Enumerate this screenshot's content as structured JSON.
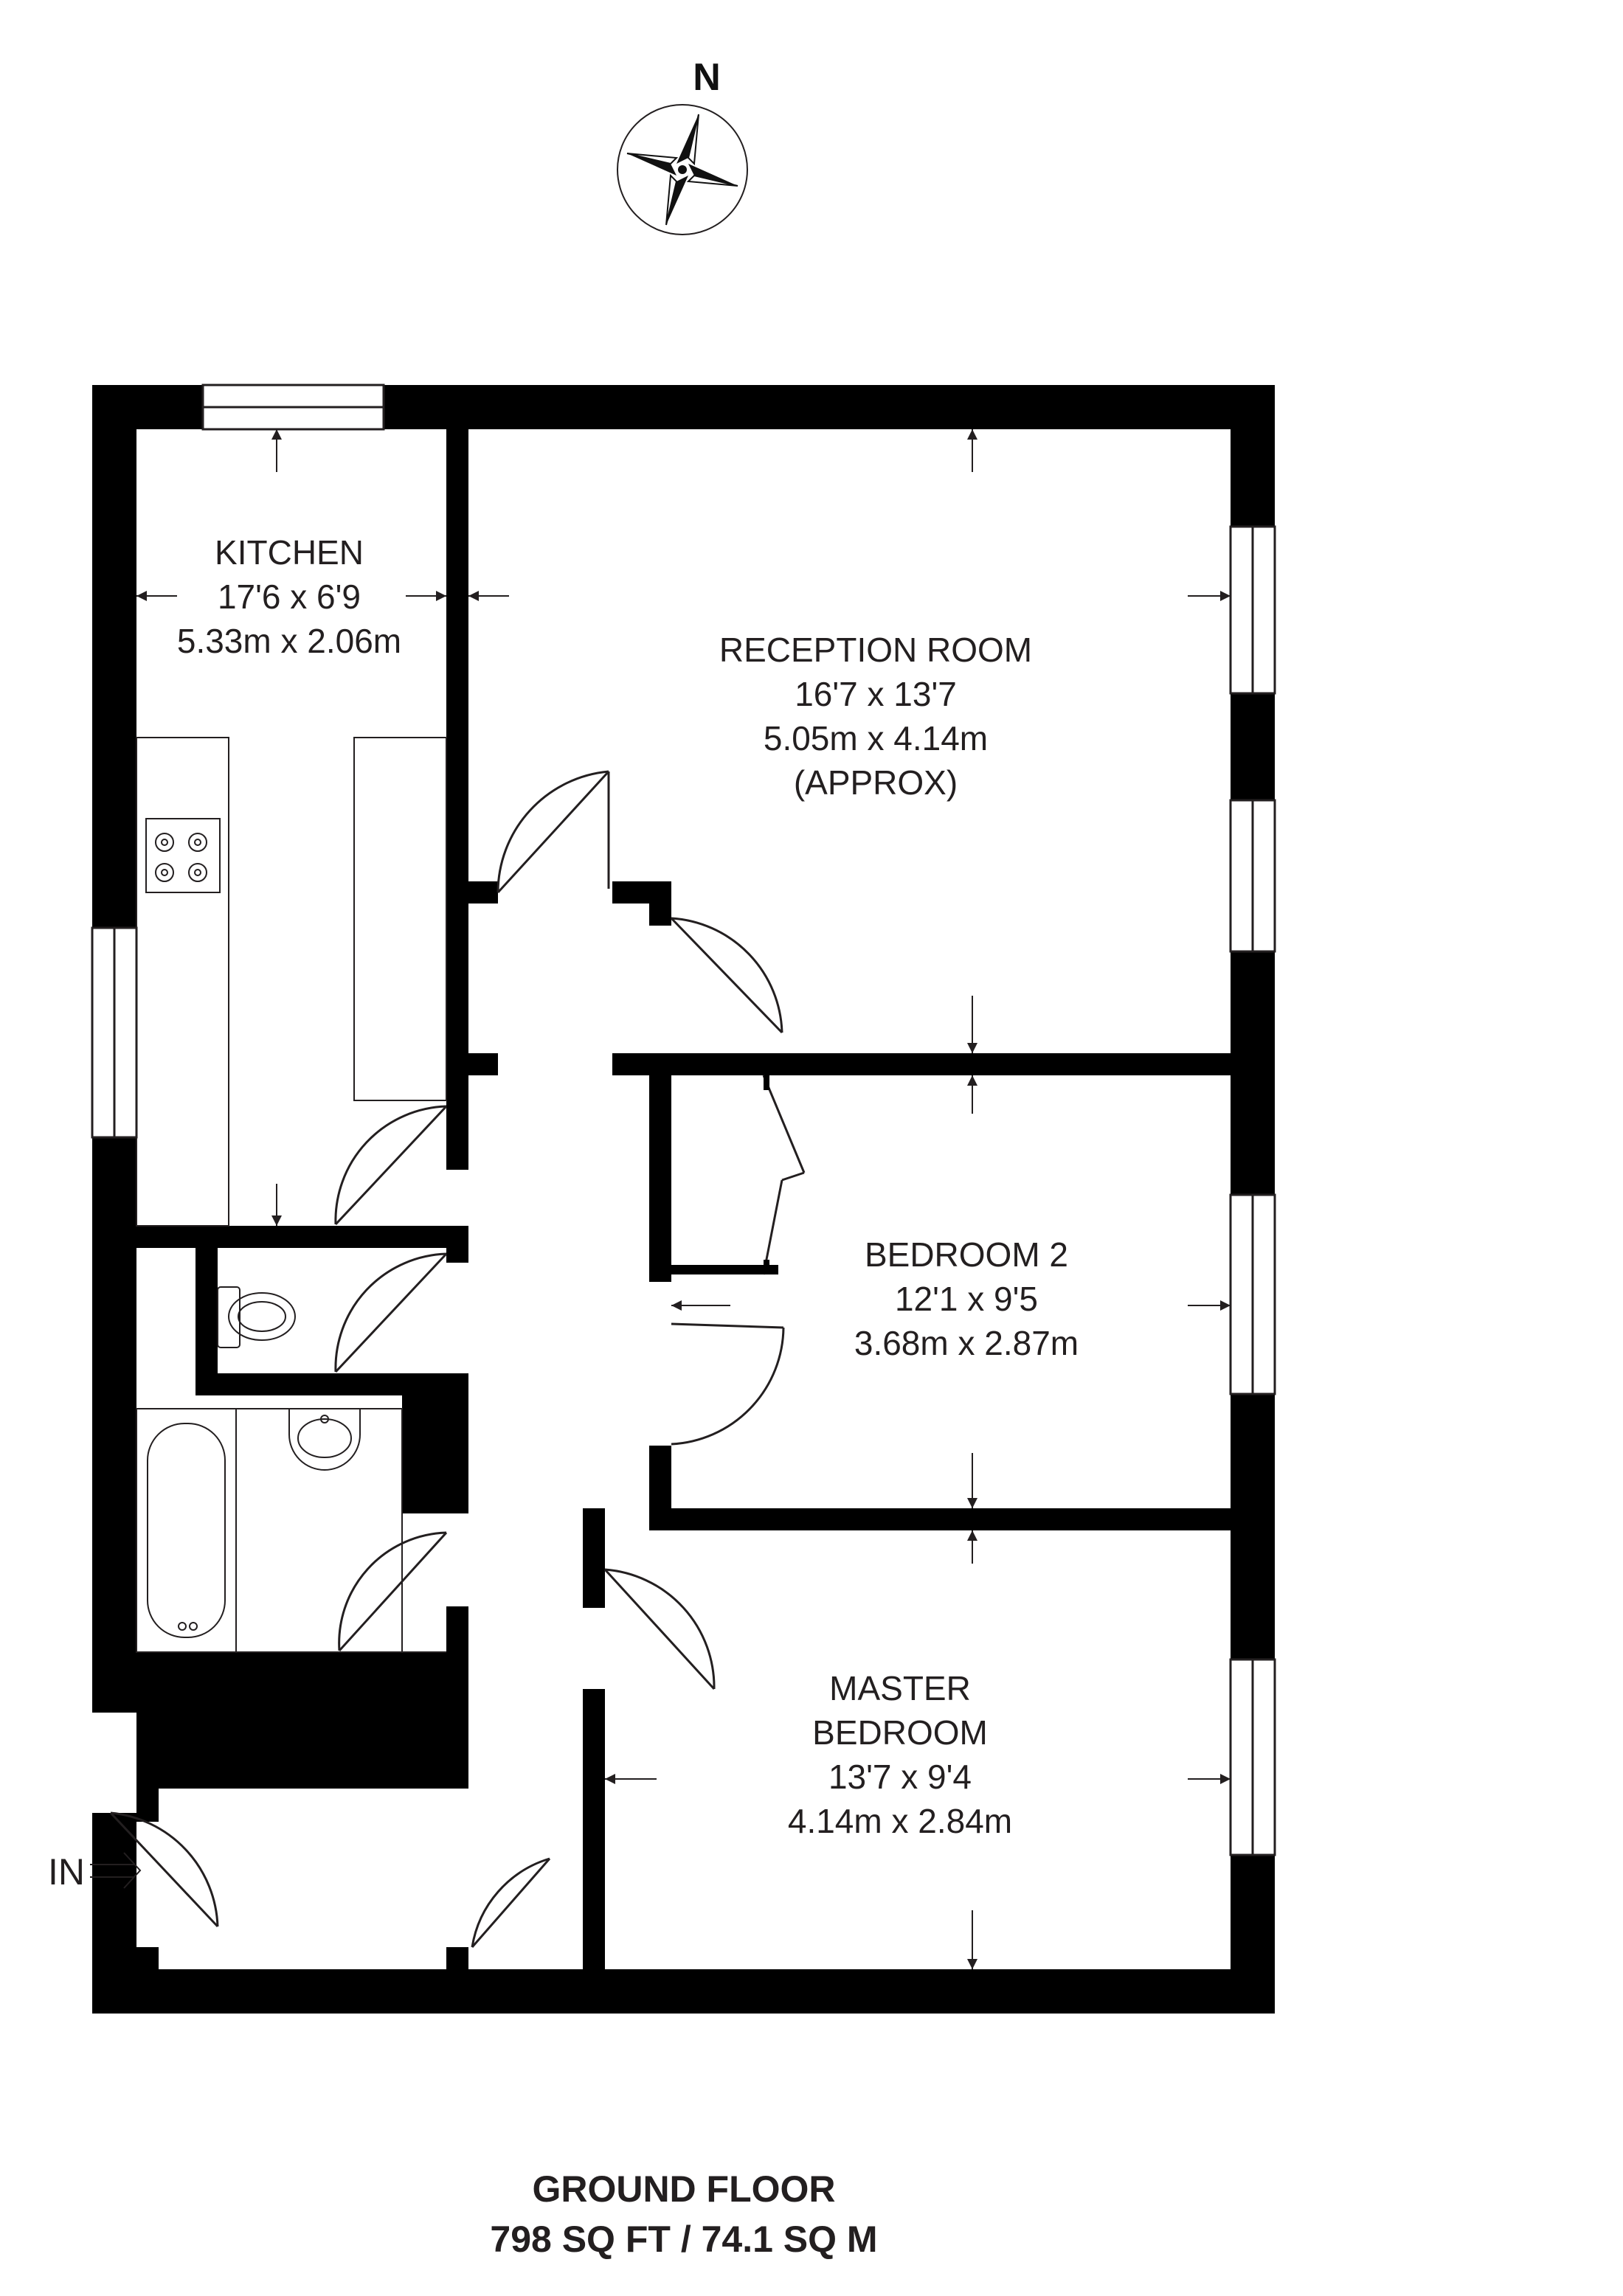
{
  "compass": {
    "label": "N"
  },
  "rooms": {
    "kitchen": {
      "name": "KITCHEN",
      "imperial": "17'6 x 6'9",
      "metric": "5.33m x 2.06m"
    },
    "reception": {
      "name": "RECEPTION ROOM",
      "imperial": "16'7 x 13'7",
      "metric": "5.05m x 4.14m",
      "note": "(APPROX)"
    },
    "bedroom2": {
      "name": "BEDROOM 2",
      "imperial": "12'1 x 9'5",
      "metric": "3.68m x 2.87m"
    },
    "master": {
      "name_line1": "MASTER",
      "name_line2": "BEDROOM",
      "imperial": "13'7 x 9'4",
      "metric": "4.14m x 2.84m"
    }
  },
  "entrance": {
    "label": "IN"
  },
  "floor": {
    "title": "GROUND FLOOR",
    "area": "798 SQ FT / 74.1 SQ M"
  },
  "colors": {
    "wall": "#000000",
    "text": "#231f20",
    "line": "#231f20"
  }
}
